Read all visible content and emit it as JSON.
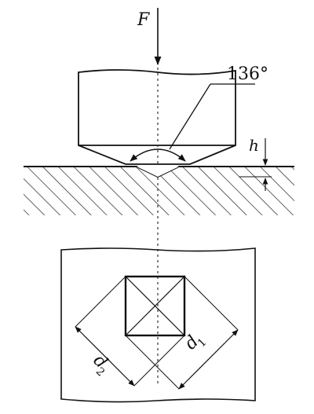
{
  "labels": {
    "force": "F",
    "angle": "136°",
    "depth": "h",
    "diag1_main": "d",
    "diag1_sub": "1",
    "diag2_main": "d",
    "diag2_sub": "2"
  },
  "colors": {
    "ink": "#111111",
    "background": "#ffffff"
  },
  "icons": [
    "arrow-head"
  ]
}
